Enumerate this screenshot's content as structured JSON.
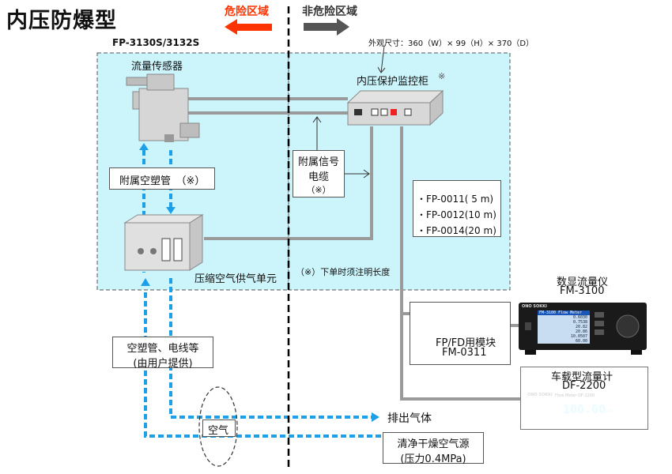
{
  "title": "内压防爆型",
  "zones": {
    "hazard_label": "危险区域",
    "safe_label": "非危险区域",
    "hazard_color": "#ff3300",
    "safe_color": "#555555",
    "enclosure_color": "#ccf5fb"
  },
  "model_label": "FP-3130S/3132S",
  "dimensions_note": "外观尺寸：360（W）× 99（H）× 370（D）",
  "devices": {
    "flow_sensor": "流量传感器",
    "pressure_cabinet": "内压保护监控柜",
    "cabinet_mark": "※",
    "air_unit": "压缩空气供气单元",
    "module_line1": "FP/FD用模块",
    "module_line2": "FM-0311",
    "digital_meter_line1": "数显流量仪",
    "digital_meter_line2": "FM-3100",
    "vehicle_meter_line1": "车载型流量计",
    "vehicle_meter_line2": "DF-2200"
  },
  "labels": {
    "tube": "附属空塑管　（※）",
    "cable_line1": "附属信号",
    "cable_line2": "电缆",
    "cable_line3": "（※）",
    "length_note": "（※）下单时须注明长度",
    "user_supplied_line1": "空塑管、电线等",
    "user_supplied_line2": "(由用户提供)",
    "air": "空气",
    "exhaust": "排出气体",
    "air_source_line1": "清净干燥空气源",
    "air_source_line2": "(压力0.4MPa)"
  },
  "cable_options": [
    "・FP-0011( 5 m)",
    "・FP-0012(10 m)",
    "・FP-0014(20 m)"
  ],
  "meter_display": {
    "header": "FM-3100 Flow Meter",
    "rows": [
      "0.6030",
      "0.7538",
      "20.82",
      "20.86",
      "10.0507",
      "60.00"
    ],
    "vehicle_header": "Flow Meter DF-2200",
    "vehicle_reading": "100.00",
    "vehicle_unit": "L/h",
    "brand": "ONO SOKKI"
  },
  "colors": {
    "air_line": "#1ea0e8",
    "signal_line": "#9a9a9a",
    "zone_divider": "#000000",
    "device_gray": "#d8d8d8"
  }
}
